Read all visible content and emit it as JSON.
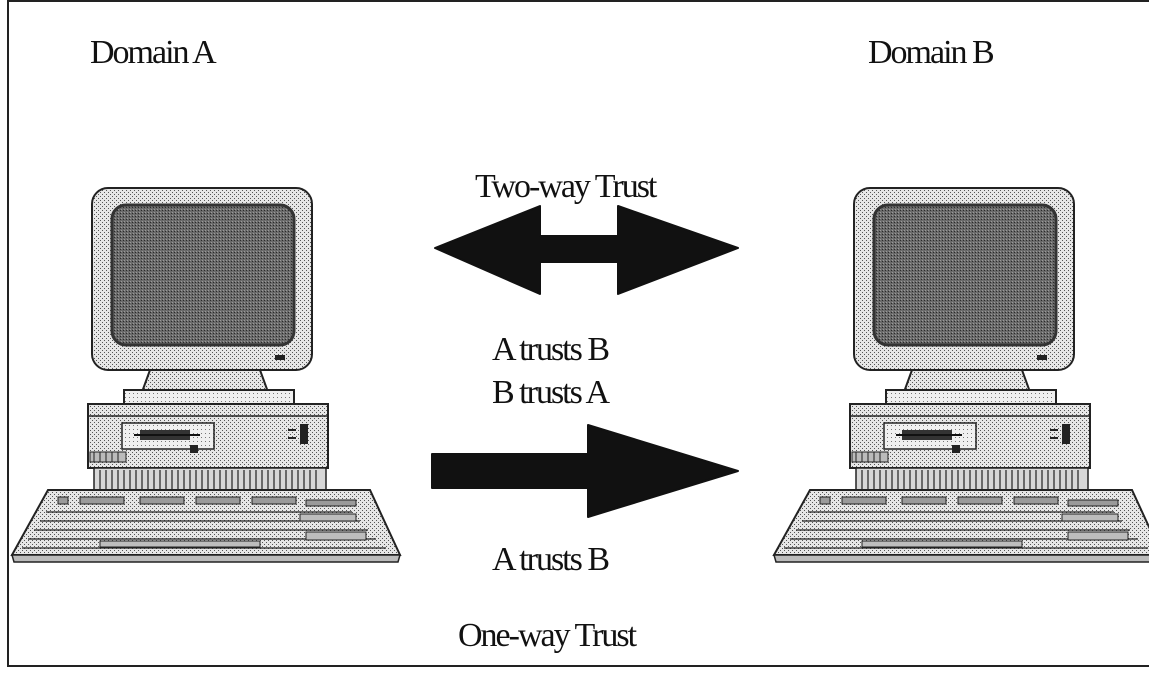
{
  "domains": {
    "left": {
      "label": "Domain A"
    },
    "right": {
      "label": "Domain B"
    }
  },
  "two_way": {
    "title": "Two-way Trust",
    "lines": [
      "A trusts B",
      "B trusts A"
    ]
  },
  "one_way": {
    "title": "One-way Trust",
    "line": "A trusts B"
  },
  "colors": {
    "arrow": "#111111",
    "screen": "#5a5a5a",
    "case": "#c8c8c8",
    "outline": "#222222"
  },
  "icons": {
    "computer": "desktop-computer-icon",
    "two_way_arrow": "double-headed-arrow-icon",
    "one_way_arrow": "right-arrow-icon"
  }
}
